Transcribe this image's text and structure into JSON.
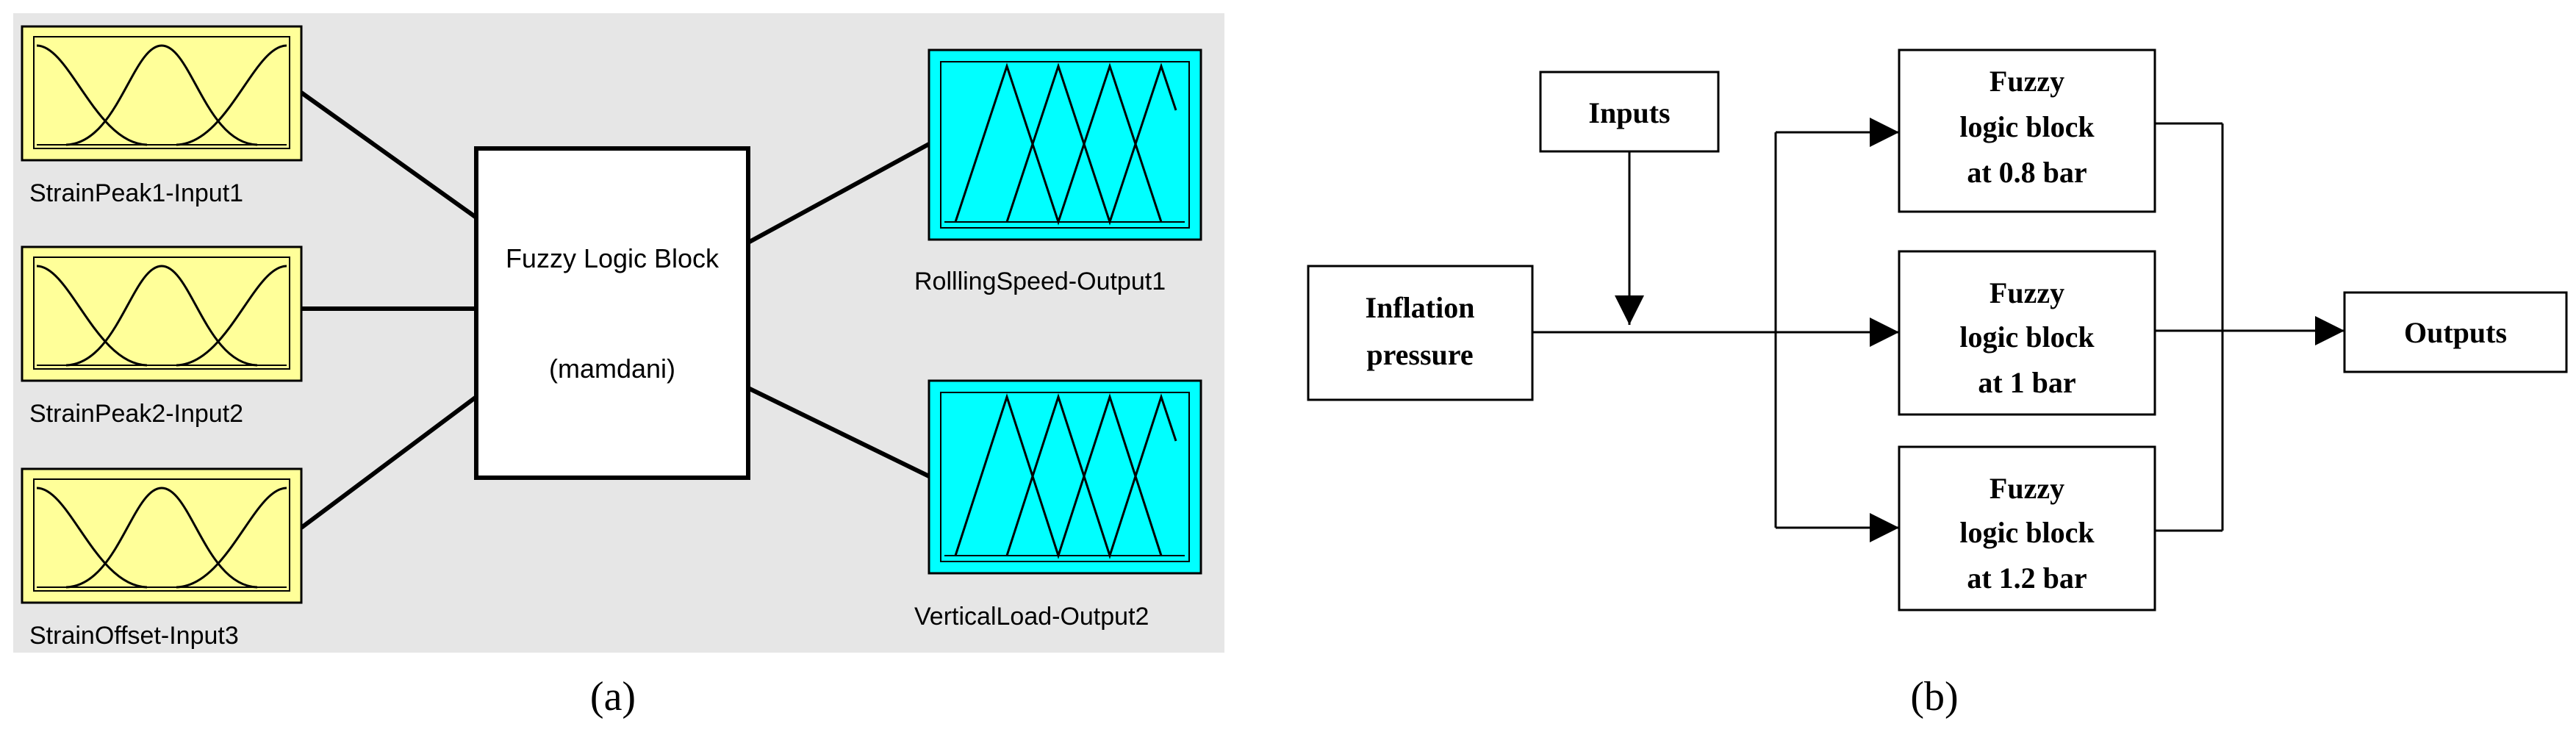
{
  "panel_a": {
    "caption": "(a)",
    "colors": {
      "background": "#e6e6e6",
      "input_fill": "#ffff99",
      "output_fill": "#00ffff",
      "block_fill": "#ffffff",
      "line": "#000000"
    },
    "inputs": [
      {
        "label": "StrainPeak1-Input1",
        "icon": "gaussian-membership-icon"
      },
      {
        "label": "StrainPeak2-Input2",
        "icon": "gaussian-membership-icon"
      },
      {
        "label": "StrainOffset-Input3",
        "icon": "gaussian-membership-icon"
      }
    ],
    "block": {
      "line1": "Fuzzy Logic Block",
      "line2": "(mamdani)"
    },
    "outputs": [
      {
        "label": "RolllingSpeed-Output1",
        "icon": "triangular-membership-icon"
      },
      {
        "label": "VerticalLoad-Output2",
        "icon": "triangular-membership-icon"
      }
    ]
  },
  "panel_b": {
    "caption": "(b)",
    "inputs_box": "Inputs",
    "inflation": {
      "line1": "Inflation",
      "line2": "pressure"
    },
    "fuzzy_blocks": [
      {
        "line1": "Fuzzy",
        "line2": "logic block",
        "line3": "at 0.8 bar"
      },
      {
        "line1": "Fuzzy",
        "line2": "logic block",
        "line3": "at 1 bar"
      },
      {
        "line1": "Fuzzy",
        "line2": "logic block",
        "line3": "at 1.2 bar"
      }
    ],
    "outputs_box": "Outputs"
  }
}
